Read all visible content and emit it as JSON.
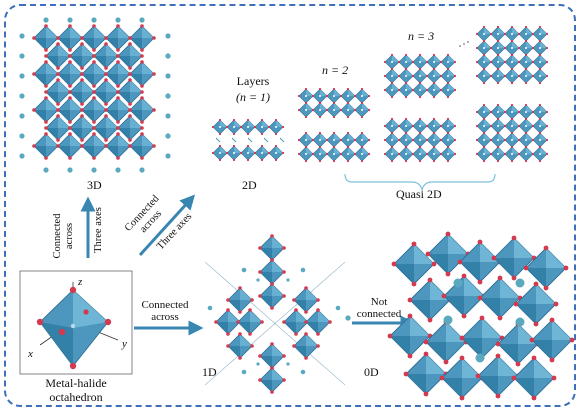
{
  "labels": {
    "three_d": "3D",
    "two_d": "2D",
    "layers_title": "Layers",
    "layers_n": "(n = 1)",
    "n2": "n = 2",
    "n3": "n = 3",
    "quasi_2d": "Quasi 2D",
    "one_d": "1D",
    "zero_d": "0D",
    "octahedron_line1": "Metal-halide",
    "octahedron_line2": "octahedron"
  },
  "arrows": {
    "vertical": {
      "line1": "Connected",
      "line2": "across",
      "line3": "Three axes"
    },
    "diagonal": {
      "line1": "Connected",
      "line2": "across",
      "line3": "Three axes"
    },
    "to_1d": {
      "line1": "Connected",
      "line2": "across"
    },
    "to_0d": {
      "line1": "Not",
      "line2": "connected"
    }
  },
  "axes": {
    "x": "x",
    "y": "y",
    "z": "z"
  },
  "colors": {
    "frame": "#3d6fbd",
    "octahedron": "#4d97bf",
    "octahedron_dark": "#2e6f95",
    "halide": "#d23a4f",
    "cation": "#5aa9bf",
    "arrow": "#3a86b2",
    "bracket": "#7fc0da"
  }
}
